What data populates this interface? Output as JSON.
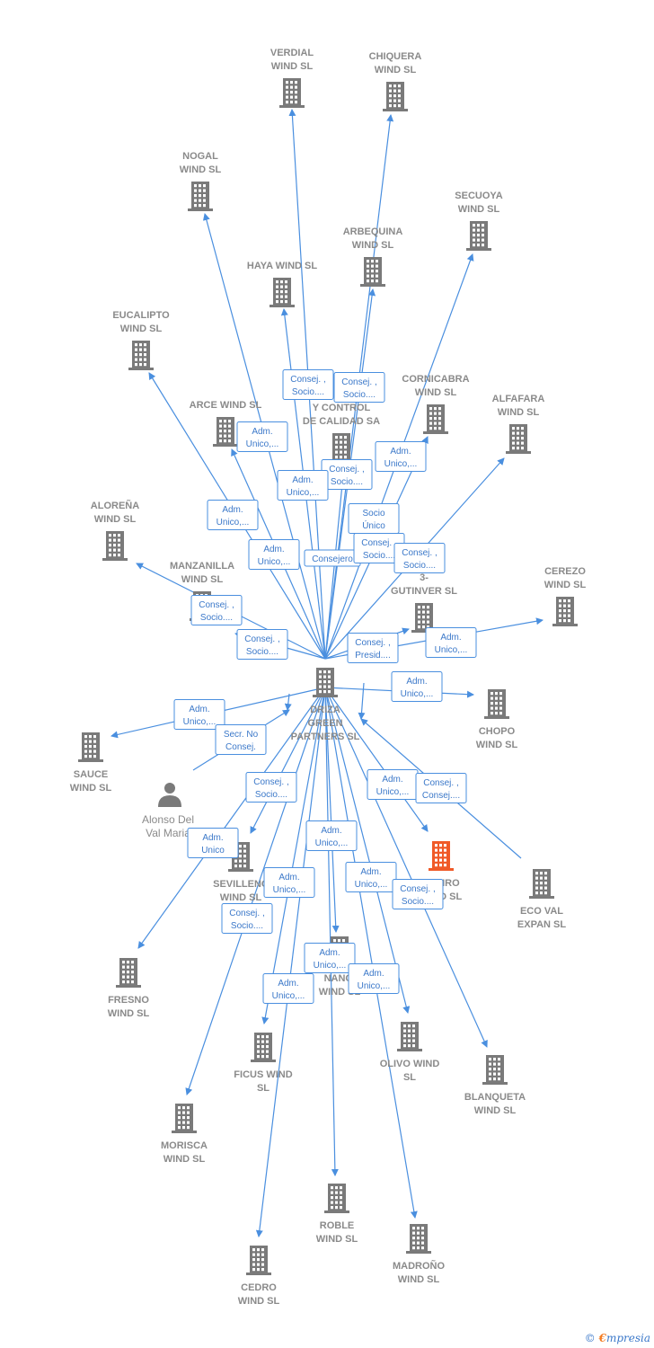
{
  "colors": {
    "edge": "#4a8fdf",
    "building": "#7a7a7a",
    "highlight": "#f05a28",
    "label": "#8a8a8a"
  },
  "center": {
    "id": "driza",
    "lines": [
      "DRIZA",
      "GREEN",
      "PARTNERS  SL"
    ]
  },
  "nodes": [
    {
      "id": "verdial",
      "lines": [
        "VERDIAL",
        "WIND  SL"
      ]
    },
    {
      "id": "chiquera",
      "lines": [
        "CHIQUERA",
        "WIND  SL"
      ]
    },
    {
      "id": "nogal",
      "lines": [
        "NOGAL",
        "WIND  SL"
      ]
    },
    {
      "id": "secuoya",
      "lines": [
        "SECUOYA",
        "WIND  SL"
      ]
    },
    {
      "id": "arbequina",
      "lines": [
        "ARBEQUINA",
        "WIND  SL"
      ]
    },
    {
      "id": "haya",
      "lines": [
        "HAYA WIND  SL"
      ]
    },
    {
      "id": "eucalipto",
      "lines": [
        "EUCALIPTO",
        "WIND  SL"
      ]
    },
    {
      "id": "cornicabra",
      "lines": [
        "CORNICABRA",
        "WIND  SL"
      ]
    },
    {
      "id": "alfafara",
      "lines": [
        "ALFAFARA",
        "WIND  SL"
      ]
    },
    {
      "id": "arce",
      "lines": [
        "ARCE WIND  SL"
      ]
    },
    {
      "id": "control",
      "lines": [
        "Y CONTROL",
        "DE CALIDAD SA"
      ]
    },
    {
      "id": "alorena",
      "lines": [
        "ALOREÑA",
        "WIND  SL"
      ]
    },
    {
      "id": "manzanilla",
      "lines": [
        "MANZANILLA",
        "WIND  SL"
      ]
    },
    {
      "id": "gutinver",
      "lines": [
        "3-",
        "GUTINVER SL"
      ]
    },
    {
      "id": "cerezo",
      "lines": [
        "CEREZO",
        "WIND  SL"
      ]
    },
    {
      "id": "chopo",
      "lines": [
        "CHOPO",
        "WIND  SL"
      ]
    },
    {
      "id": "sauce",
      "lines": [
        "SAUCE",
        "WIND  SL"
      ]
    },
    {
      "id": "sevillenc",
      "lines": [
        "SEVILLENC",
        "WIND  SL"
      ]
    },
    {
      "id": "tabiro",
      "lines": [
        "TABIRO",
        "WIND  SL"
      ]
    },
    {
      "id": "ecoval",
      "lines": [
        "ECO VAL",
        "EXPAN  SL"
      ]
    },
    {
      "id": "fresno",
      "lines": [
        "FRESNO",
        "WIND  SL"
      ]
    },
    {
      "id": "nanci",
      "lines": [
        "NANCI",
        "WIND  SL"
      ]
    },
    {
      "id": "ficus",
      "lines": [
        "FICUS WIND",
        "SL"
      ]
    },
    {
      "id": "olivo",
      "lines": [
        "OLIVO WIND",
        "SL"
      ]
    },
    {
      "id": "blanqueta",
      "lines": [
        "BLANQUETA",
        "WIND  SL"
      ]
    },
    {
      "id": "morisca",
      "lines": [
        "MORISCA",
        "WIND  SL"
      ]
    },
    {
      "id": "roble",
      "lines": [
        "ROBLE",
        "WIND  SL"
      ]
    },
    {
      "id": "madrono",
      "lines": [
        "MADROÑO",
        "WIND  SL"
      ]
    },
    {
      "id": "cedro",
      "lines": [
        "CEDRO",
        "WIND  SL"
      ]
    }
  ],
  "person": {
    "id": "alonso",
    "lines": [
      "Alonso Del",
      "Val Maria"
    ]
  },
  "edge_labels": [
    {
      "id": "verdial",
      "lines": [
        "Consej. ,",
        "Socio...."
      ]
    },
    {
      "id": "chiquera",
      "lines": [
        "Consej. ,",
        "Socio...."
      ]
    },
    {
      "id": "arce",
      "lines": [
        "Adm.",
        "Unico,..."
      ]
    },
    {
      "id": "nogal",
      "lines": [
        "Adm.",
        "Unico,..."
      ]
    },
    {
      "id": "secuoya",
      "lines": [
        "Adm.",
        "Unico,..."
      ]
    },
    {
      "id": "control",
      "lines": [
        "Consej. ,",
        "Socio...."
      ]
    },
    {
      "id": "eucalipto",
      "lines": [
        "Adm.",
        "Unico,..."
      ]
    },
    {
      "id": "socio_unico",
      "lines": [
        "Socio",
        "Único"
      ]
    },
    {
      "id": "haya",
      "lines": [
        "Adm.",
        "Unico,..."
      ]
    },
    {
      "id": "consejero",
      "lines": [
        "Consejero"
      ]
    },
    {
      "id": "arbequina",
      "lines": [
        "Consej. ,",
        "Socio...."
      ]
    },
    {
      "id": "alfafara",
      "lines": [
        "Consej. ,",
        "Socio...."
      ]
    },
    {
      "id": "alorena",
      "lines": [
        "Consej. ,",
        "Socio...."
      ]
    },
    {
      "id": "manzanilla",
      "lines": [
        "Consej. ,",
        "Socio...."
      ]
    },
    {
      "id": "gutinver",
      "lines": [
        "Consej. ,",
        "Presid...."
      ]
    },
    {
      "id": "cerezo",
      "lines": [
        "Adm.",
        "Unico,..."
      ]
    },
    {
      "id": "chopo",
      "lines": [
        "Adm.",
        "Unico,..."
      ]
    },
    {
      "id": "sauce",
      "lines": [
        "Adm.",
        "Unico,..."
      ]
    },
    {
      "id": "secr",
      "lines": [
        "Secr.  No",
        "Consej."
      ]
    },
    {
      "id": "sevillenc",
      "lines": [
        "Consej. ,",
        "Socio...."
      ]
    },
    {
      "id": "tabiro",
      "lines": [
        "Adm.",
        "Unico,..."
      ]
    },
    {
      "id": "ecoval",
      "lines": [
        "Consej. ,",
        "Consej...."
      ]
    },
    {
      "id": "fresno",
      "lines": [
        "Adm.",
        "Unico"
      ]
    },
    {
      "id": "nanci",
      "lines": [
        "Adm.",
        "Unico,..."
      ]
    },
    {
      "id": "ficus",
      "lines": [
        "Adm.",
        "Unico,..."
      ]
    },
    {
      "id": "olivo",
      "lines": [
        "Adm.",
        "Unico,..."
      ]
    },
    {
      "id": "blanqueta",
      "lines": [
        "Consej. ,",
        "Socio...."
      ]
    },
    {
      "id": "morisca",
      "lines": [
        "Consej. ,",
        "Socio...."
      ]
    },
    {
      "id": "roble",
      "lines": [
        "Adm.",
        "Unico,..."
      ]
    },
    {
      "id": "madrono",
      "lines": [
        "Adm.",
        "Unico,..."
      ]
    },
    {
      "id": "cedro",
      "lines": [
        "Adm.",
        "Unico,..."
      ]
    }
  ],
  "brand": {
    "copyright": "©",
    "e": "€",
    "name": "mpresia"
  }
}
